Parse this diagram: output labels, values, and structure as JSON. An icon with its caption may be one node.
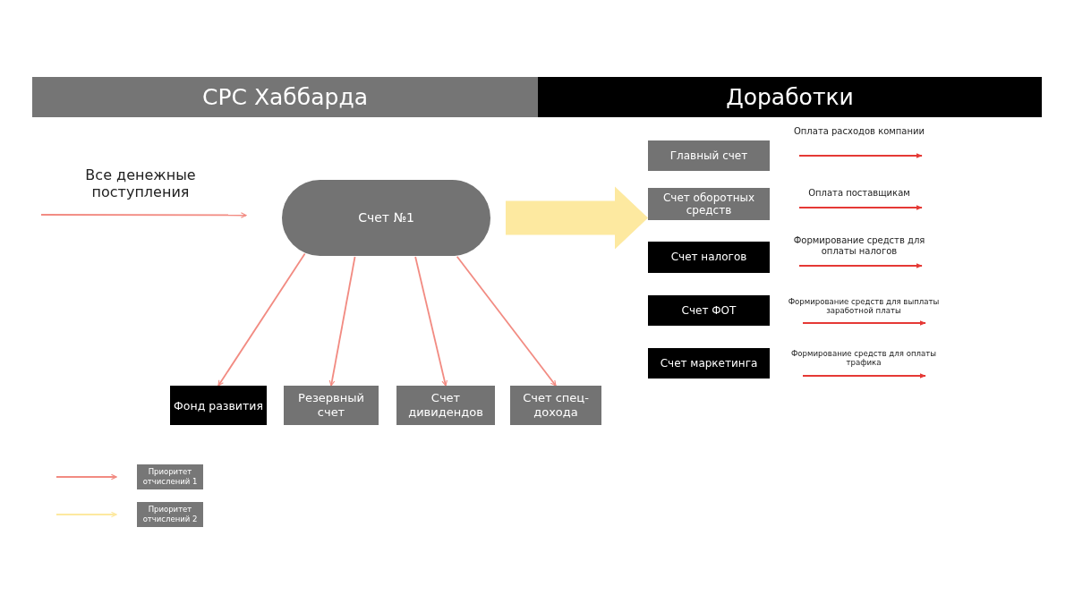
{
  "diagram": {
    "nodes": [
      {
        "text": [
          "СРС Хаббарда"
        ]
      },
      {
        "text": [
          "Доработки"
        ]
      },
      {
        "text": [
          "Счет №1"
        ]
      },
      {
        "text": [
          "Фонд развития"
        ]
      },
      {
        "text": [
          "Резервный счет"
        ]
      },
      {
        "text": [
          "Счет дивидендов"
        ]
      },
      {
        "text": [
          "Счет спец-дохода"
        ]
      },
      {
        "text": [
          "Главный счет"
        ]
      },
      {
        "text": [
          "Счет оборотных средств"
        ]
      },
      {
        "text": [
          "Счет налогов"
        ]
      },
      {
        "text": [
          "Счет ФОТ"
        ]
      },
      {
        "text": [
          "Счет маркетинга"
        ]
      }
    ],
    "edges": [
      {
        "from": null,
        "to": 2,
        "arrow": "to",
        "label": "Все денежные поступления"
      },
      {
        "from": 2,
        "to": 3,
        "arrow": "to"
      },
      {
        "from": 2,
        "to": 4,
        "arrow": "to"
      },
      {
        "from": 2,
        "to": 5,
        "arrow": "to"
      },
      {
        "from": 2,
        "to": 6,
        "arrow": "to"
      },
      {
        "from": 2,
        "to": 8,
        "arrow": "to",
        "style": "thick",
        "color": "#fde9a0"
      },
      {
        "from": 7,
        "to": null,
        "arrow": "to",
        "label": "Оплата расходов компании",
        "color": "#e53935"
      },
      {
        "from": 8,
        "to": null,
        "arrow": "to",
        "label": "Оплата поставщикам",
        "color": "#e53935"
      },
      {
        "from": 9,
        "to": null,
        "arrow": "to",
        "label": "Формирование средств для оплаты налогов",
        "color": "#e53935"
      },
      {
        "from": 10,
        "to": null,
        "arrow": "to",
        "label": "Формирование средств для выплаты заработной платы",
        "color": "#e53935"
      },
      {
        "from": 11,
        "to": null,
        "arrow": "to",
        "label": "Формирование средств для оплаты трафика",
        "color": "#e53935"
      }
    ],
    "legend": [
      {
        "text": "Приоритет отчислений 1"
      },
      {
        "text": "Приоритет отчислений 2"
      }
    ]
  }
}
